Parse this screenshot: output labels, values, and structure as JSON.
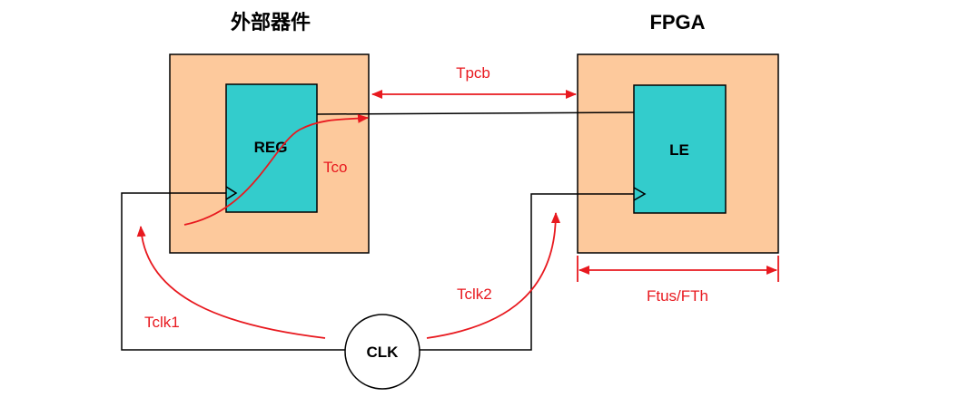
{
  "titles": {
    "external": "外部器件",
    "fpga": "FPGA"
  },
  "blocks": {
    "reg": "REG",
    "le": "LE",
    "clk": "CLK"
  },
  "timing_labels": {
    "tpcb": "Tpcb",
    "tco": "Tco",
    "tclk1": "Tclk1",
    "tclk2": "Tclk2",
    "ftus": "Ftus/FTh"
  },
  "colors": {
    "package": "#fdc99c",
    "register": "#33cccc",
    "annotation": "#e8191f",
    "wire": "#000000"
  }
}
